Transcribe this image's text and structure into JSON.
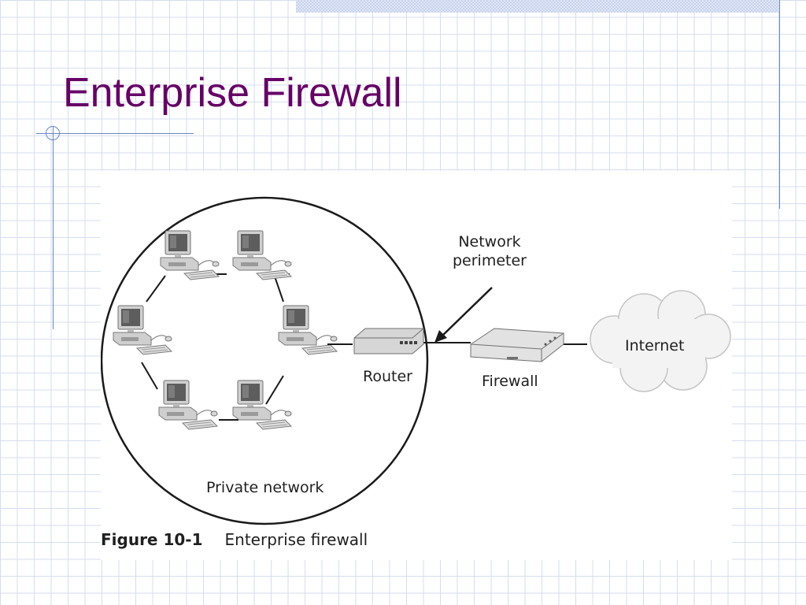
{
  "slide": {
    "title": "Enterprise Firewall"
  },
  "figure": {
    "labels": {
      "network_perimeter_line1": "Network",
      "network_perimeter_line2": "perimeter",
      "router": "Router",
      "firewall": "Firewall",
      "internet": "Internet",
      "private_network": "Private network"
    },
    "caption": {
      "number": "Figure 10-1",
      "text": "Enterprise firewall"
    },
    "icons": [
      "workstation-icon",
      "router-icon",
      "firewall-icon",
      "cloud-icon",
      "arrow-icon"
    ]
  }
}
